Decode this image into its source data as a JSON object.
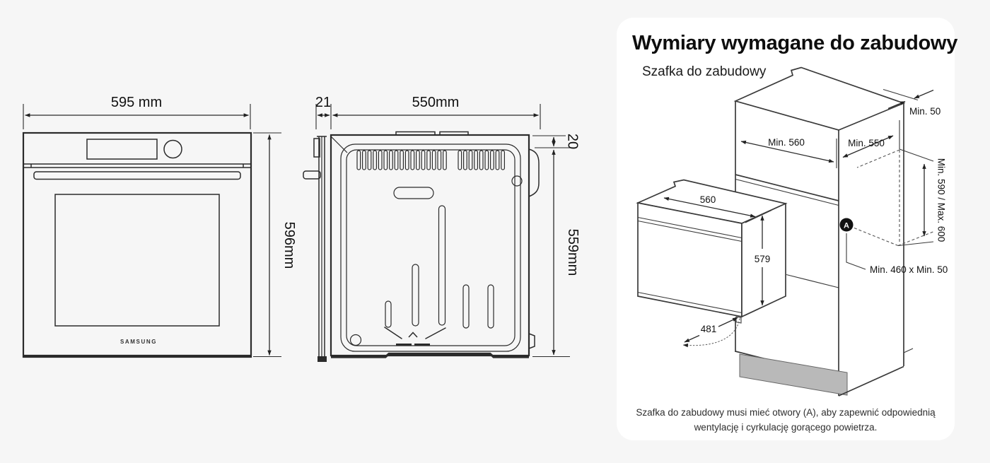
{
  "colors": {
    "background": "#f6f6f6",
    "panel_background": "#ffffff",
    "line": "#2b2b2b",
    "plinth_gray": "#b9b9b9",
    "badge_black": "#111111"
  },
  "front_view": {
    "width_label": "595 mm",
    "height_label": "596mm",
    "brand": "SAMSUNG"
  },
  "side_view": {
    "door_depth_label": "21",
    "depth_label": "550mm",
    "top_offset_label": "20",
    "height_label": "559mm"
  },
  "panel": {
    "title": "Wymiary wymagane do zabudowy",
    "subtitle": "Szafka do zabudowy",
    "badge": "A",
    "dims": {
      "top_clearance": "Min. 50",
      "niche_width": "Min. 560",
      "niche_depth": "Min. 550",
      "niche_height": "Min. 590 / Max. 600",
      "vent_opening": "Min. 460 x Min. 50",
      "oven_width": "560",
      "oven_height": "579",
      "door_open": "481"
    },
    "note_line1": "Szafka do zabudowy musi mieć otwory (A), aby zapewnić odpowiednią",
    "note_line2": "wentylację i cyrkulację gorącego powietrza."
  }
}
